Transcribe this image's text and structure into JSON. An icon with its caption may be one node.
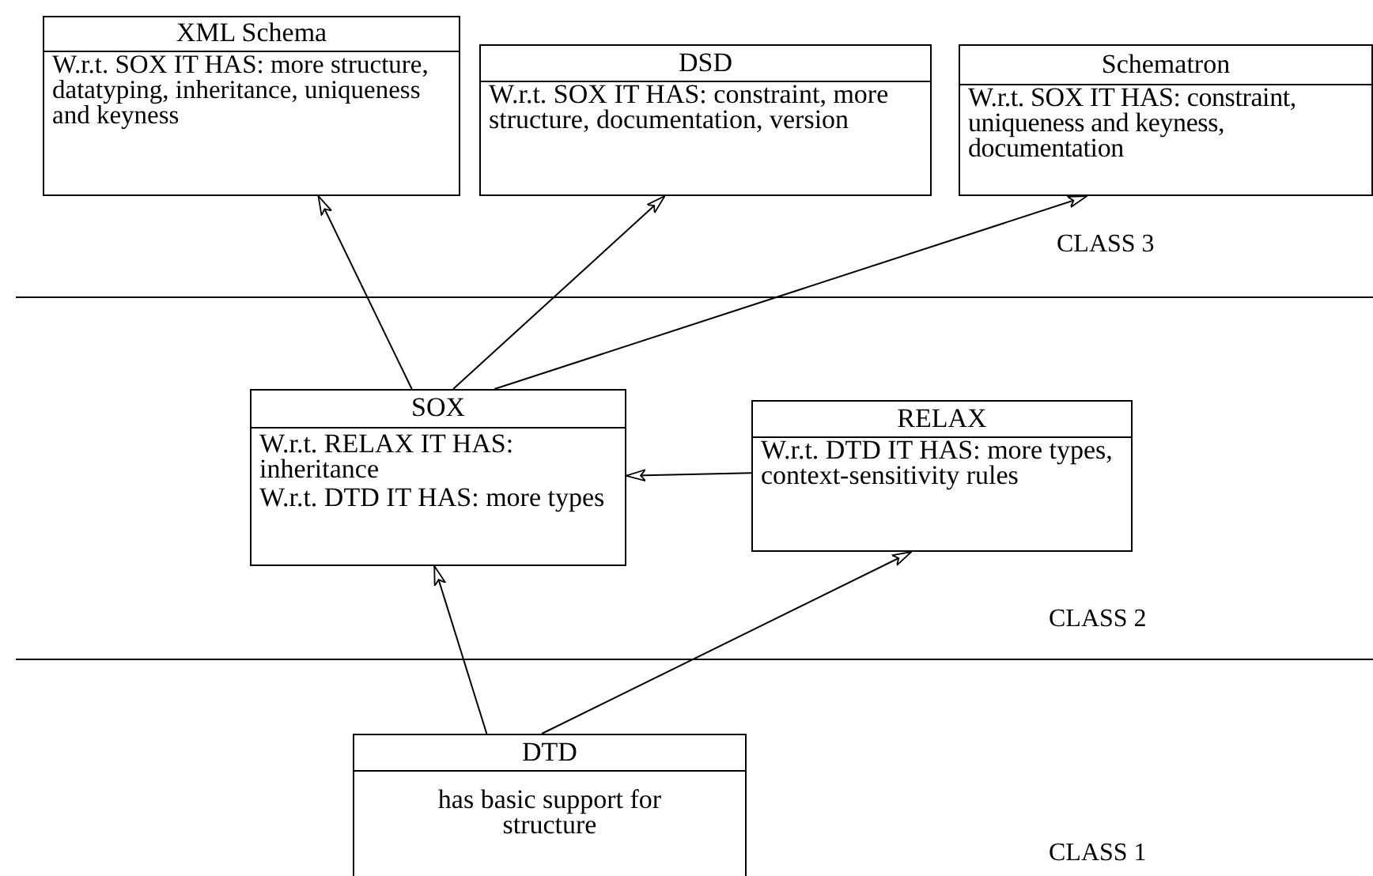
{
  "diagram": {
    "nodes": [
      {
        "text": [
          "XML Schema",
          "W.r.t. SOX IT HAS: more structure, datatyping, inheritance, uniqueness and keyness"
        ]
      },
      {
        "text": [
          "DSD",
          "W.r.t. SOX IT HAS: constraint, more structure, documentation, version"
        ]
      },
      {
        "text": [
          "Schematron",
          "W.r.t. SOX IT HAS: constraint, uniqueness and keyness, documentation"
        ]
      },
      {
        "text": [
          "SOX",
          "W.r.t. RELAX IT HAS: inheritance",
          "W.r.t. DTD IT HAS: more types"
        ]
      },
      {
        "text": [
          "RELAX",
          "W.r.t. DTD IT HAS: more types, context-sensitivity rules"
        ]
      },
      {
        "text": [
          "DTD",
          "has basic support for structure"
        ]
      }
    ],
    "edges": [
      {
        "from": 3,
        "to": 0,
        "arrow": "to"
      },
      {
        "from": 3,
        "to": 1,
        "arrow": "to"
      },
      {
        "from": 3,
        "to": 2,
        "arrow": "to"
      },
      {
        "from": 4,
        "to": 3,
        "arrow": "to"
      },
      {
        "from": 5,
        "to": 3,
        "arrow": "to"
      },
      {
        "from": 5,
        "to": 4,
        "arrow": "to"
      }
    ],
    "labels": [
      "CLASS 3",
      "CLASS 2",
      "CLASS 1"
    ]
  }
}
